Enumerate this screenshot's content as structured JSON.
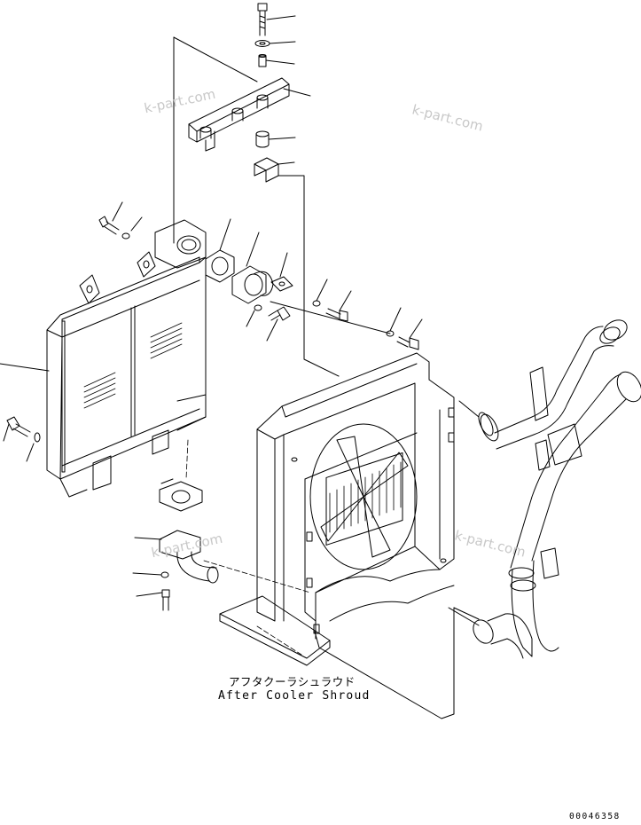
{
  "watermarks": [
    "k-part.com",
    "k-part.com",
    "k-part.com",
    "k-part.com"
  ],
  "caption": {
    "japanese": "アフタクーラシュラウド",
    "english": "After Cooler Shroud"
  },
  "drawing_number": "00046358",
  "colors": {
    "line": "#000000",
    "background": "#ffffff",
    "watermark": "#c8c8c8"
  }
}
